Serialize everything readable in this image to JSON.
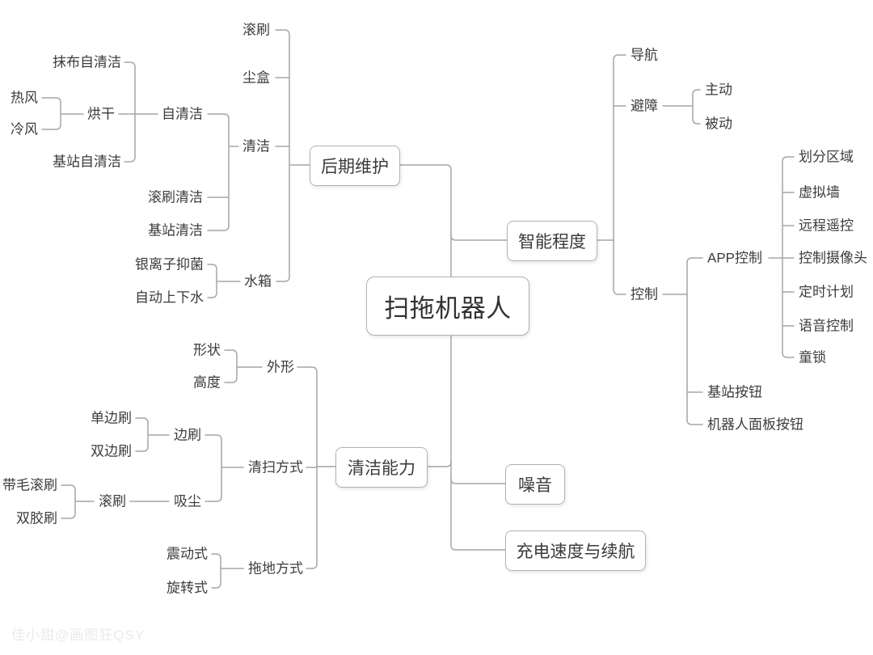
{
  "colors": {
    "line": "#a6a6a6",
    "box_border": "#b2b2b2",
    "text": "#3c3c3c",
    "background": "#ffffff"
  },
  "watermark": "佳小甜@画图狂QSY",
  "mindmap": {
    "label": "扫拖机器人",
    "children": [
      {
        "label": "后期维护",
        "children": [
          {
            "label": "滚刷"
          },
          {
            "label": "尘盒"
          },
          {
            "label": "清洁",
            "children": [
              {
                "label": "自清洁",
                "children": [
                  {
                    "label": "抹布自清洁"
                  },
                  {
                    "label": "烘干",
                    "children": [
                      {
                        "label": "热风"
                      },
                      {
                        "label": "冷风"
                      }
                    ]
                  },
                  {
                    "label": "基站自清洁"
                  }
                ]
              },
              {
                "label": "滚刷清洁"
              },
              {
                "label": "基站清洁"
              }
            ]
          },
          {
            "label": "水箱",
            "children": [
              {
                "label": "银离子抑菌"
              },
              {
                "label": "自动上下水"
              }
            ]
          }
        ]
      },
      {
        "label": "智能程度",
        "children": [
          {
            "label": "导航"
          },
          {
            "label": "避障",
            "children": [
              {
                "label": "主动"
              },
              {
                "label": "被动"
              }
            ]
          },
          {
            "label": "控制",
            "children": [
              {
                "label": "APP控制",
                "children": [
                  {
                    "label": "划分区域"
                  },
                  {
                    "label": "虚拟墙"
                  },
                  {
                    "label": "远程遥控"
                  },
                  {
                    "label": "控制摄像头"
                  },
                  {
                    "label": "定时计划"
                  },
                  {
                    "label": "语音控制"
                  },
                  {
                    "label": "童锁"
                  }
                ]
              },
              {
                "label": "基站按钮"
              },
              {
                "label": "机器人面板按钮"
              }
            ]
          }
        ]
      },
      {
        "label": "清洁能力",
        "children": [
          {
            "label": "外形",
            "children": [
              {
                "label": "形状"
              },
              {
                "label": "高度"
              }
            ]
          },
          {
            "label": "清扫方式",
            "children": [
              {
                "label": "边刷",
                "children": [
                  {
                    "label": "单边刷"
                  },
                  {
                    "label": "双边刷"
                  }
                ]
              },
              {
                "label": "吸尘",
                "children": [
                  {
                    "label": "滚刷",
                    "children": [
                      {
                        "label": "带毛滚刷"
                      },
                      {
                        "label": "双胶刷"
                      }
                    ]
                  }
                ]
              }
            ]
          },
          {
            "label": "拖地方式",
            "children": [
              {
                "label": "震动式"
              },
              {
                "label": "旋转式"
              }
            ]
          }
        ]
      },
      {
        "label": "噪音"
      },
      {
        "label": "充电速度与续航"
      }
    ]
  }
}
